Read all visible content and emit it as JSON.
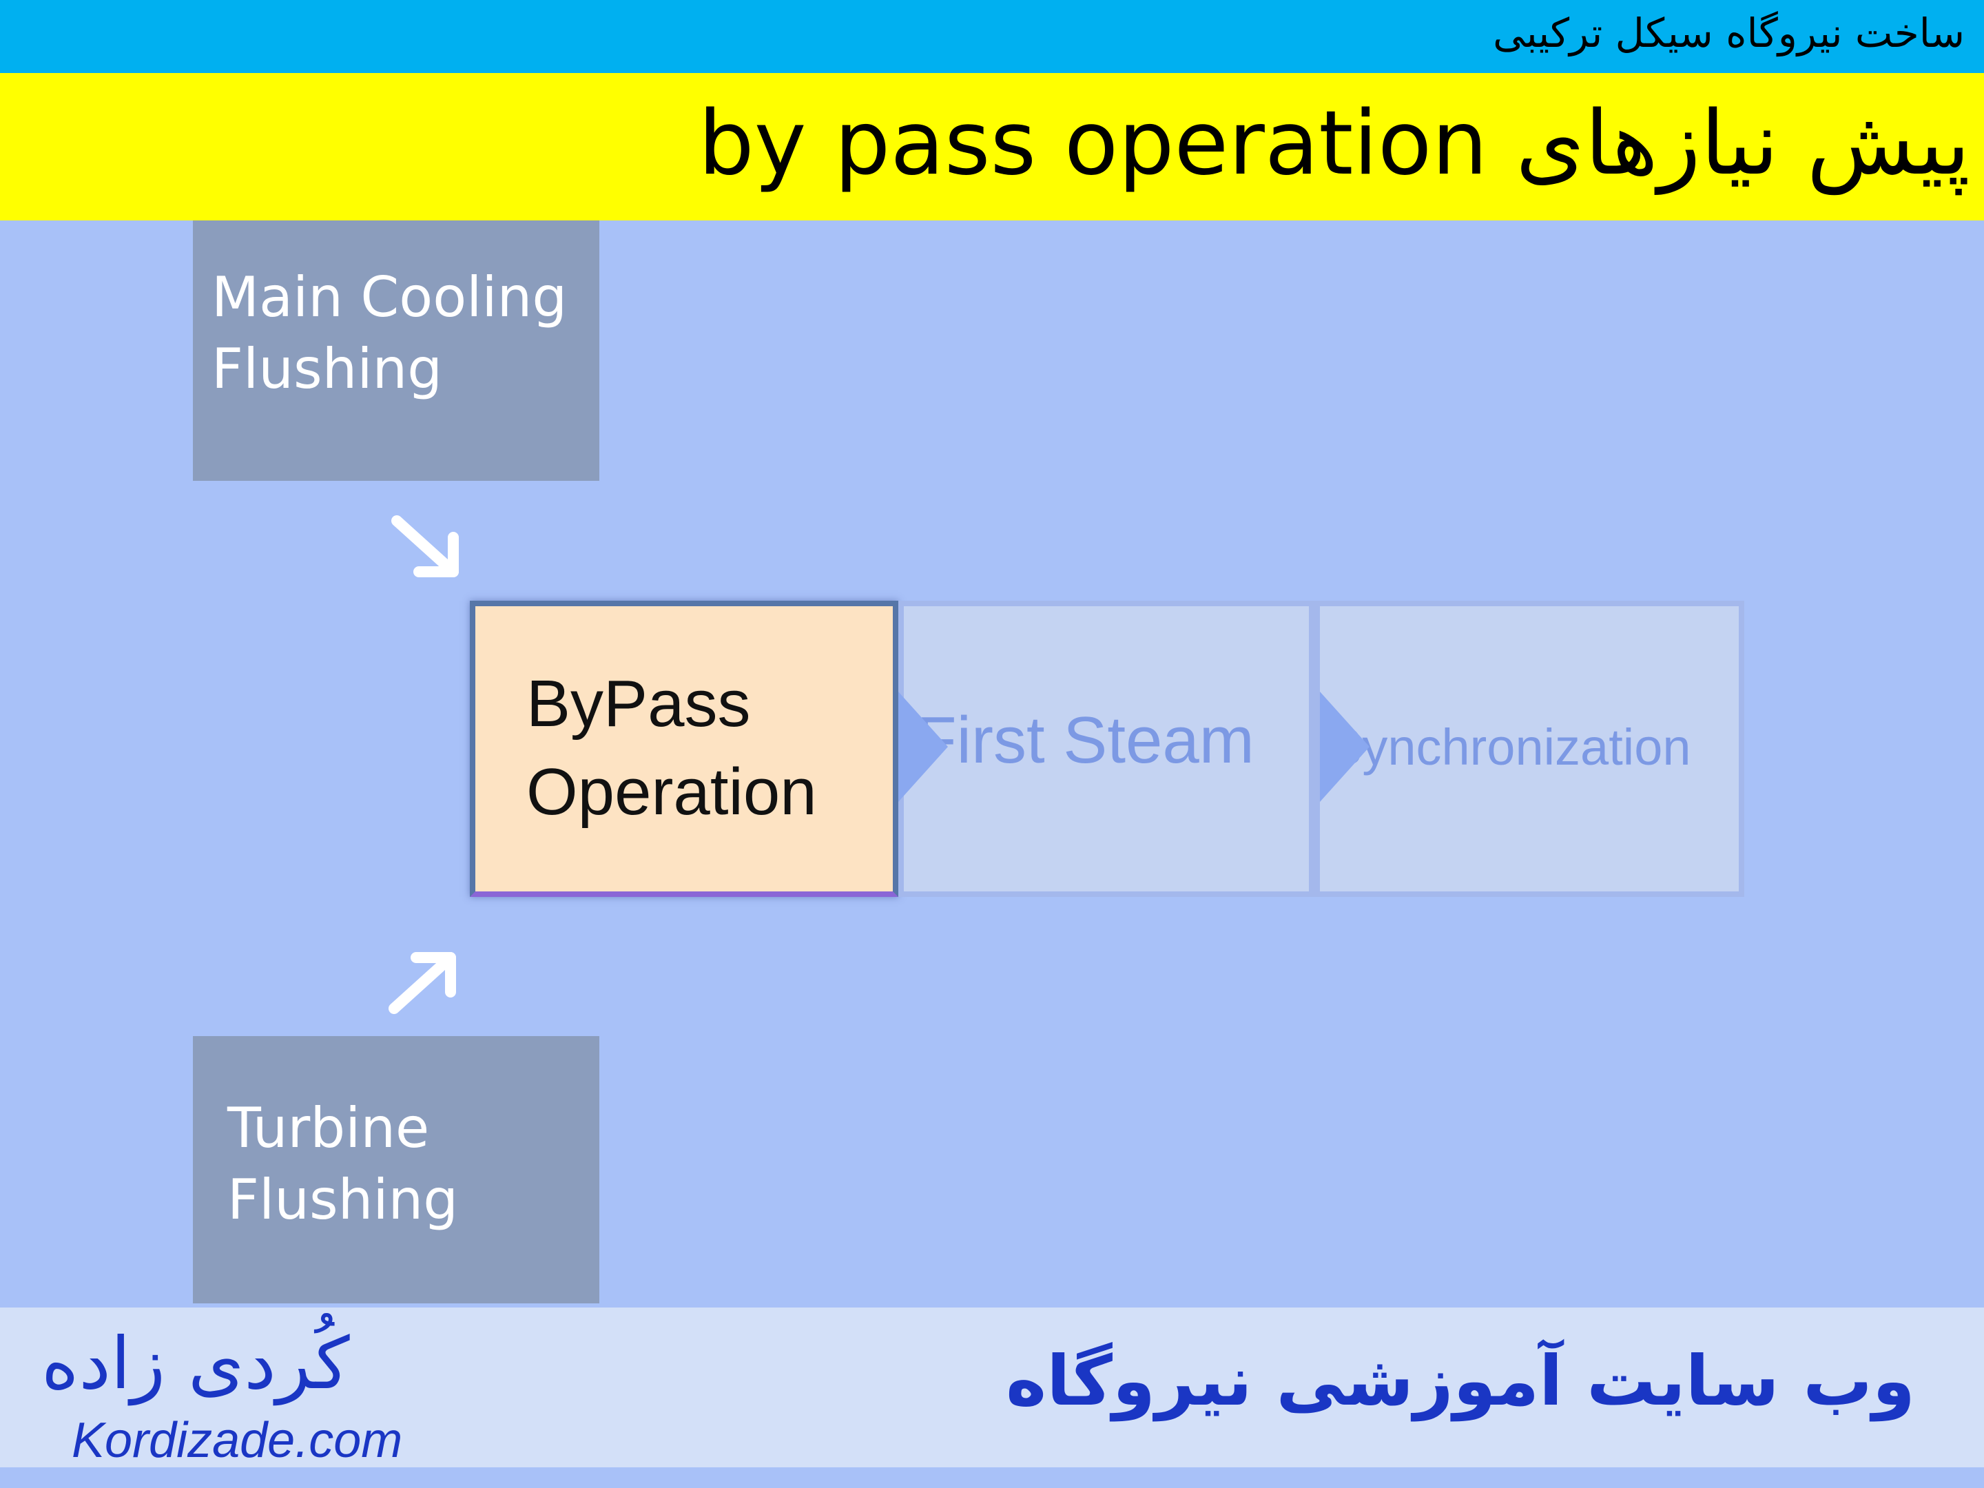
{
  "header": {
    "subtitle": "ساخت نیروگاه سیکل ترکیبی",
    "title": "پیش نیازهای by pass operation"
  },
  "diagram": {
    "inputs": [
      {
        "line1": "Main Cooling",
        "line2": "Flushing"
      },
      {
        "line1": "Turbine",
        "line2": "Flushing"
      }
    ],
    "steps": [
      {
        "line1": "ByPass",
        "line2": "Operation",
        "state": "active"
      },
      {
        "label": "First Steam",
        "state": "inactive"
      },
      {
        "label": "Synchronization",
        "state": "inactive"
      }
    ]
  },
  "footer": {
    "logo_fa": "کُردی زاده",
    "logo_en": "Kordizade.com",
    "website_fa": "وب سایت آموزشی نیروگاه"
  },
  "colors": {
    "top_bar": "#00b0f0",
    "title_bar": "#ffff00",
    "background": "#a8c1f8",
    "active_step": "#fde3c3",
    "inactive_step": "#c4d3f2",
    "input_box": "#8b9dbd",
    "brand_blue": "#1a36c4"
  }
}
